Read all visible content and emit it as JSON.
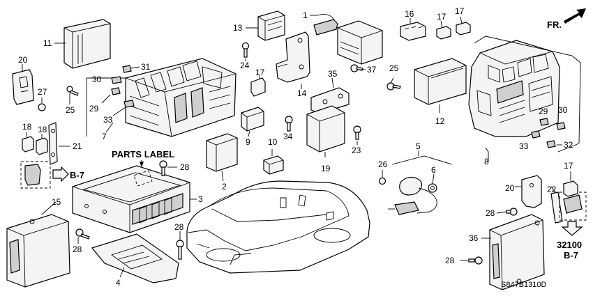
{
  "parts_label": "PARTS LABEL",
  "direction_label": "FR.",
  "diagram_code": "S847B1310D",
  "ref_b7_left": "B-7",
  "ref_32100": "32100",
  "ref_b7_right": "B-7",
  "callouts": [
    "1",
    "2",
    "3",
    "4",
    "5",
    "6",
    "7",
    "8",
    "9",
    "10",
    "11",
    "12",
    "13",
    "14",
    "15",
    "16",
    "17",
    "18",
    "19",
    "20",
    "21",
    "22",
    "23",
    "24",
    "25",
    "26",
    "27",
    "28",
    "29",
    "30",
    "31",
    "32",
    "33",
    "34",
    "35",
    "36",
    "37"
  ]
}
